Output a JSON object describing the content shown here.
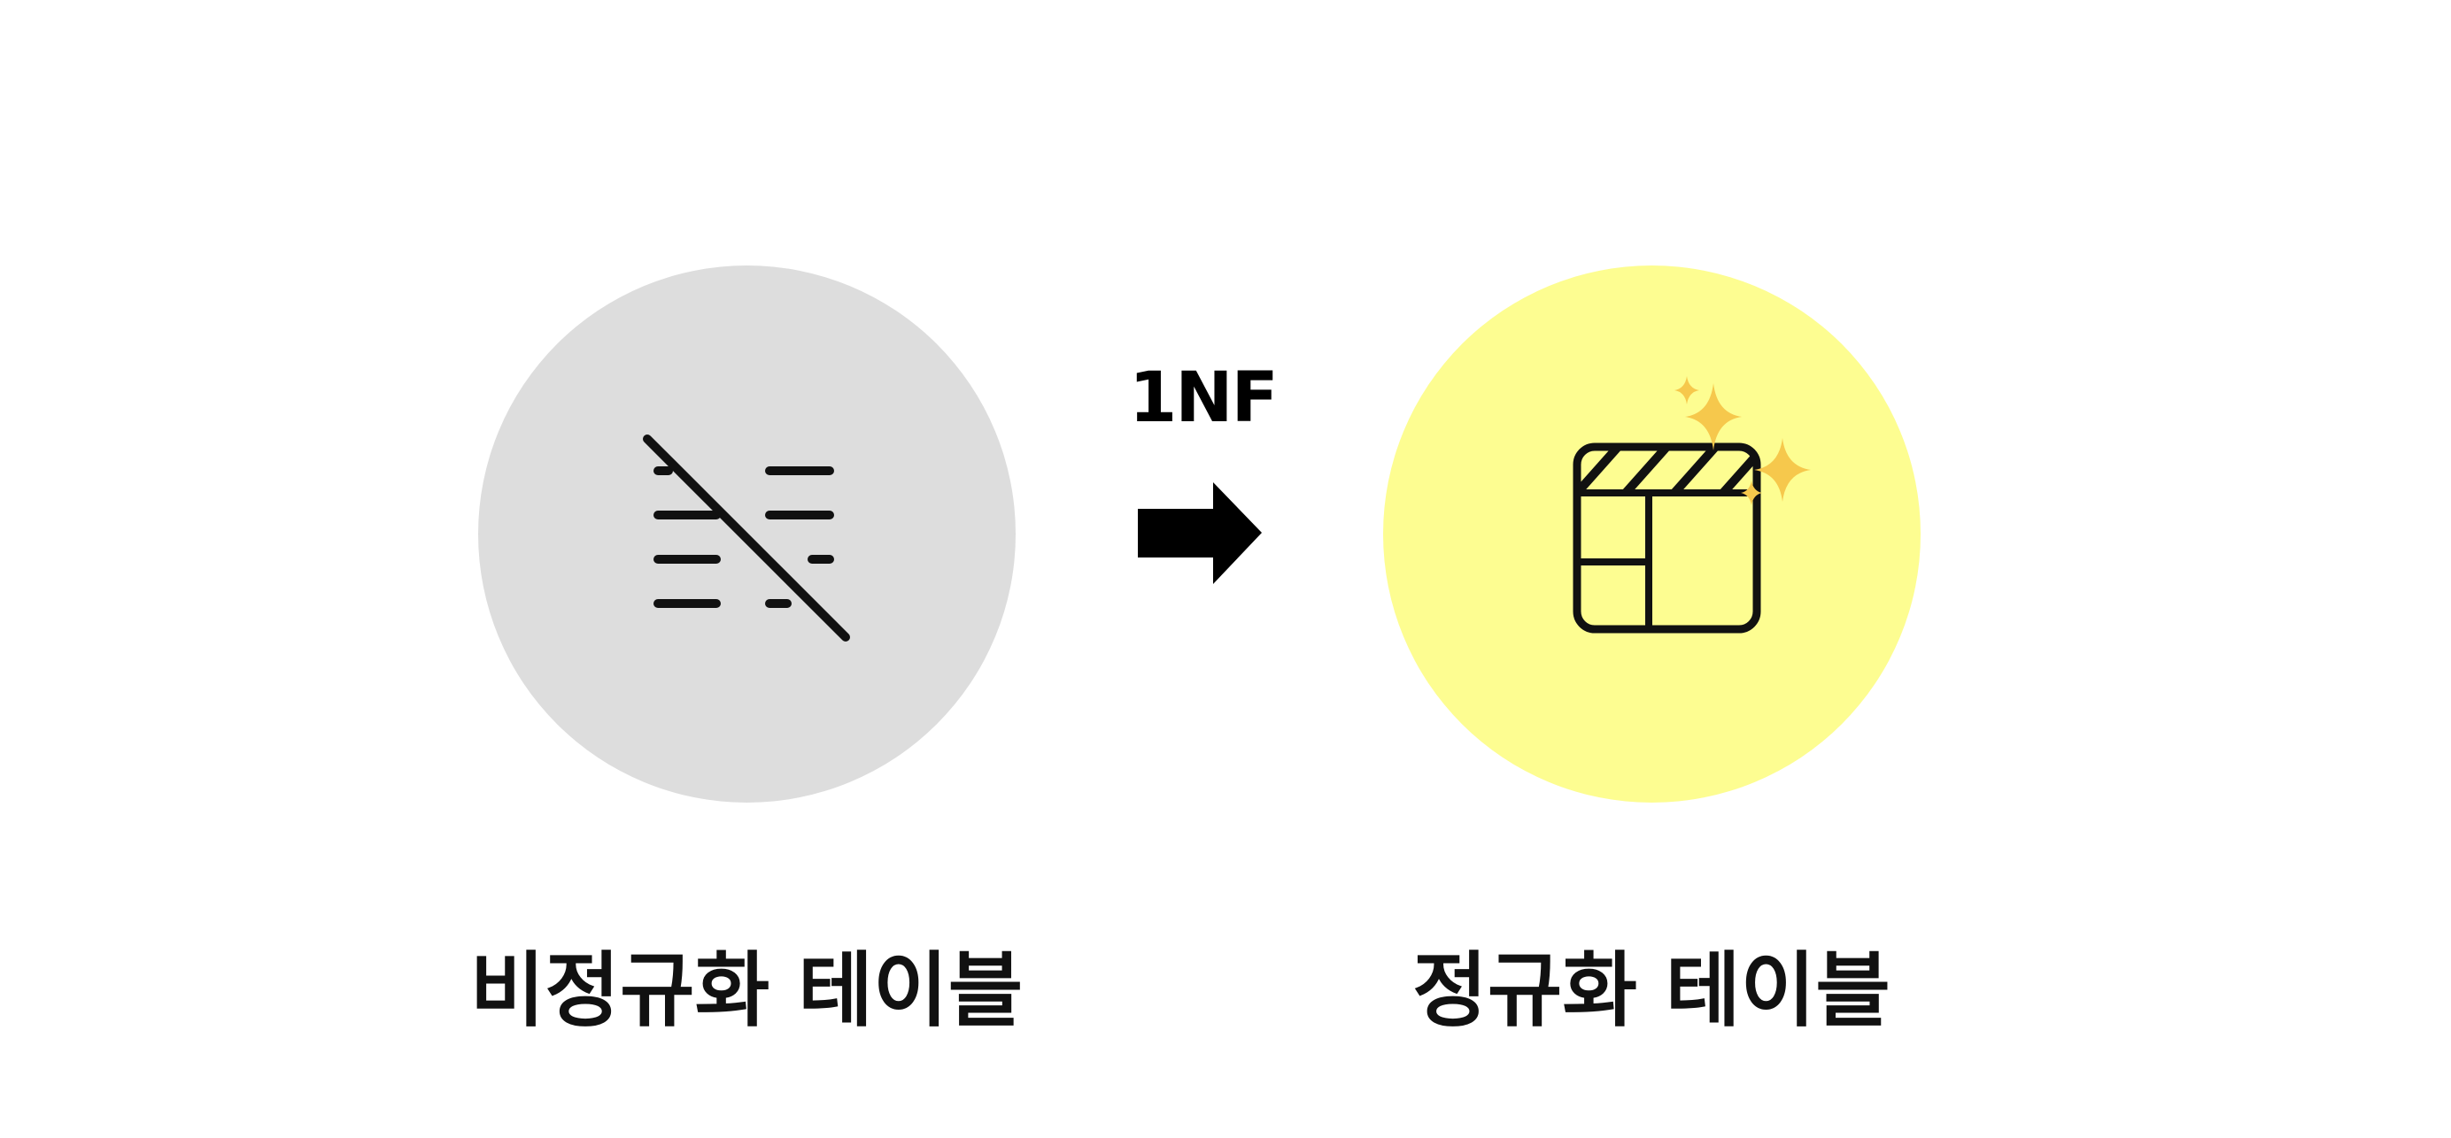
{
  "left": {
    "caption": "비정규화 테이블",
    "icon": "unnormalized-table-icon",
    "circle_color": "#dddddd"
  },
  "transition": {
    "label": "1NF",
    "icon": "arrow-right-icon"
  },
  "right": {
    "caption": "정규화 테이블",
    "icon": "normalized-table-icon",
    "sparkle_icon": "sparkles-icon",
    "circle_color": "#fdfd91"
  }
}
